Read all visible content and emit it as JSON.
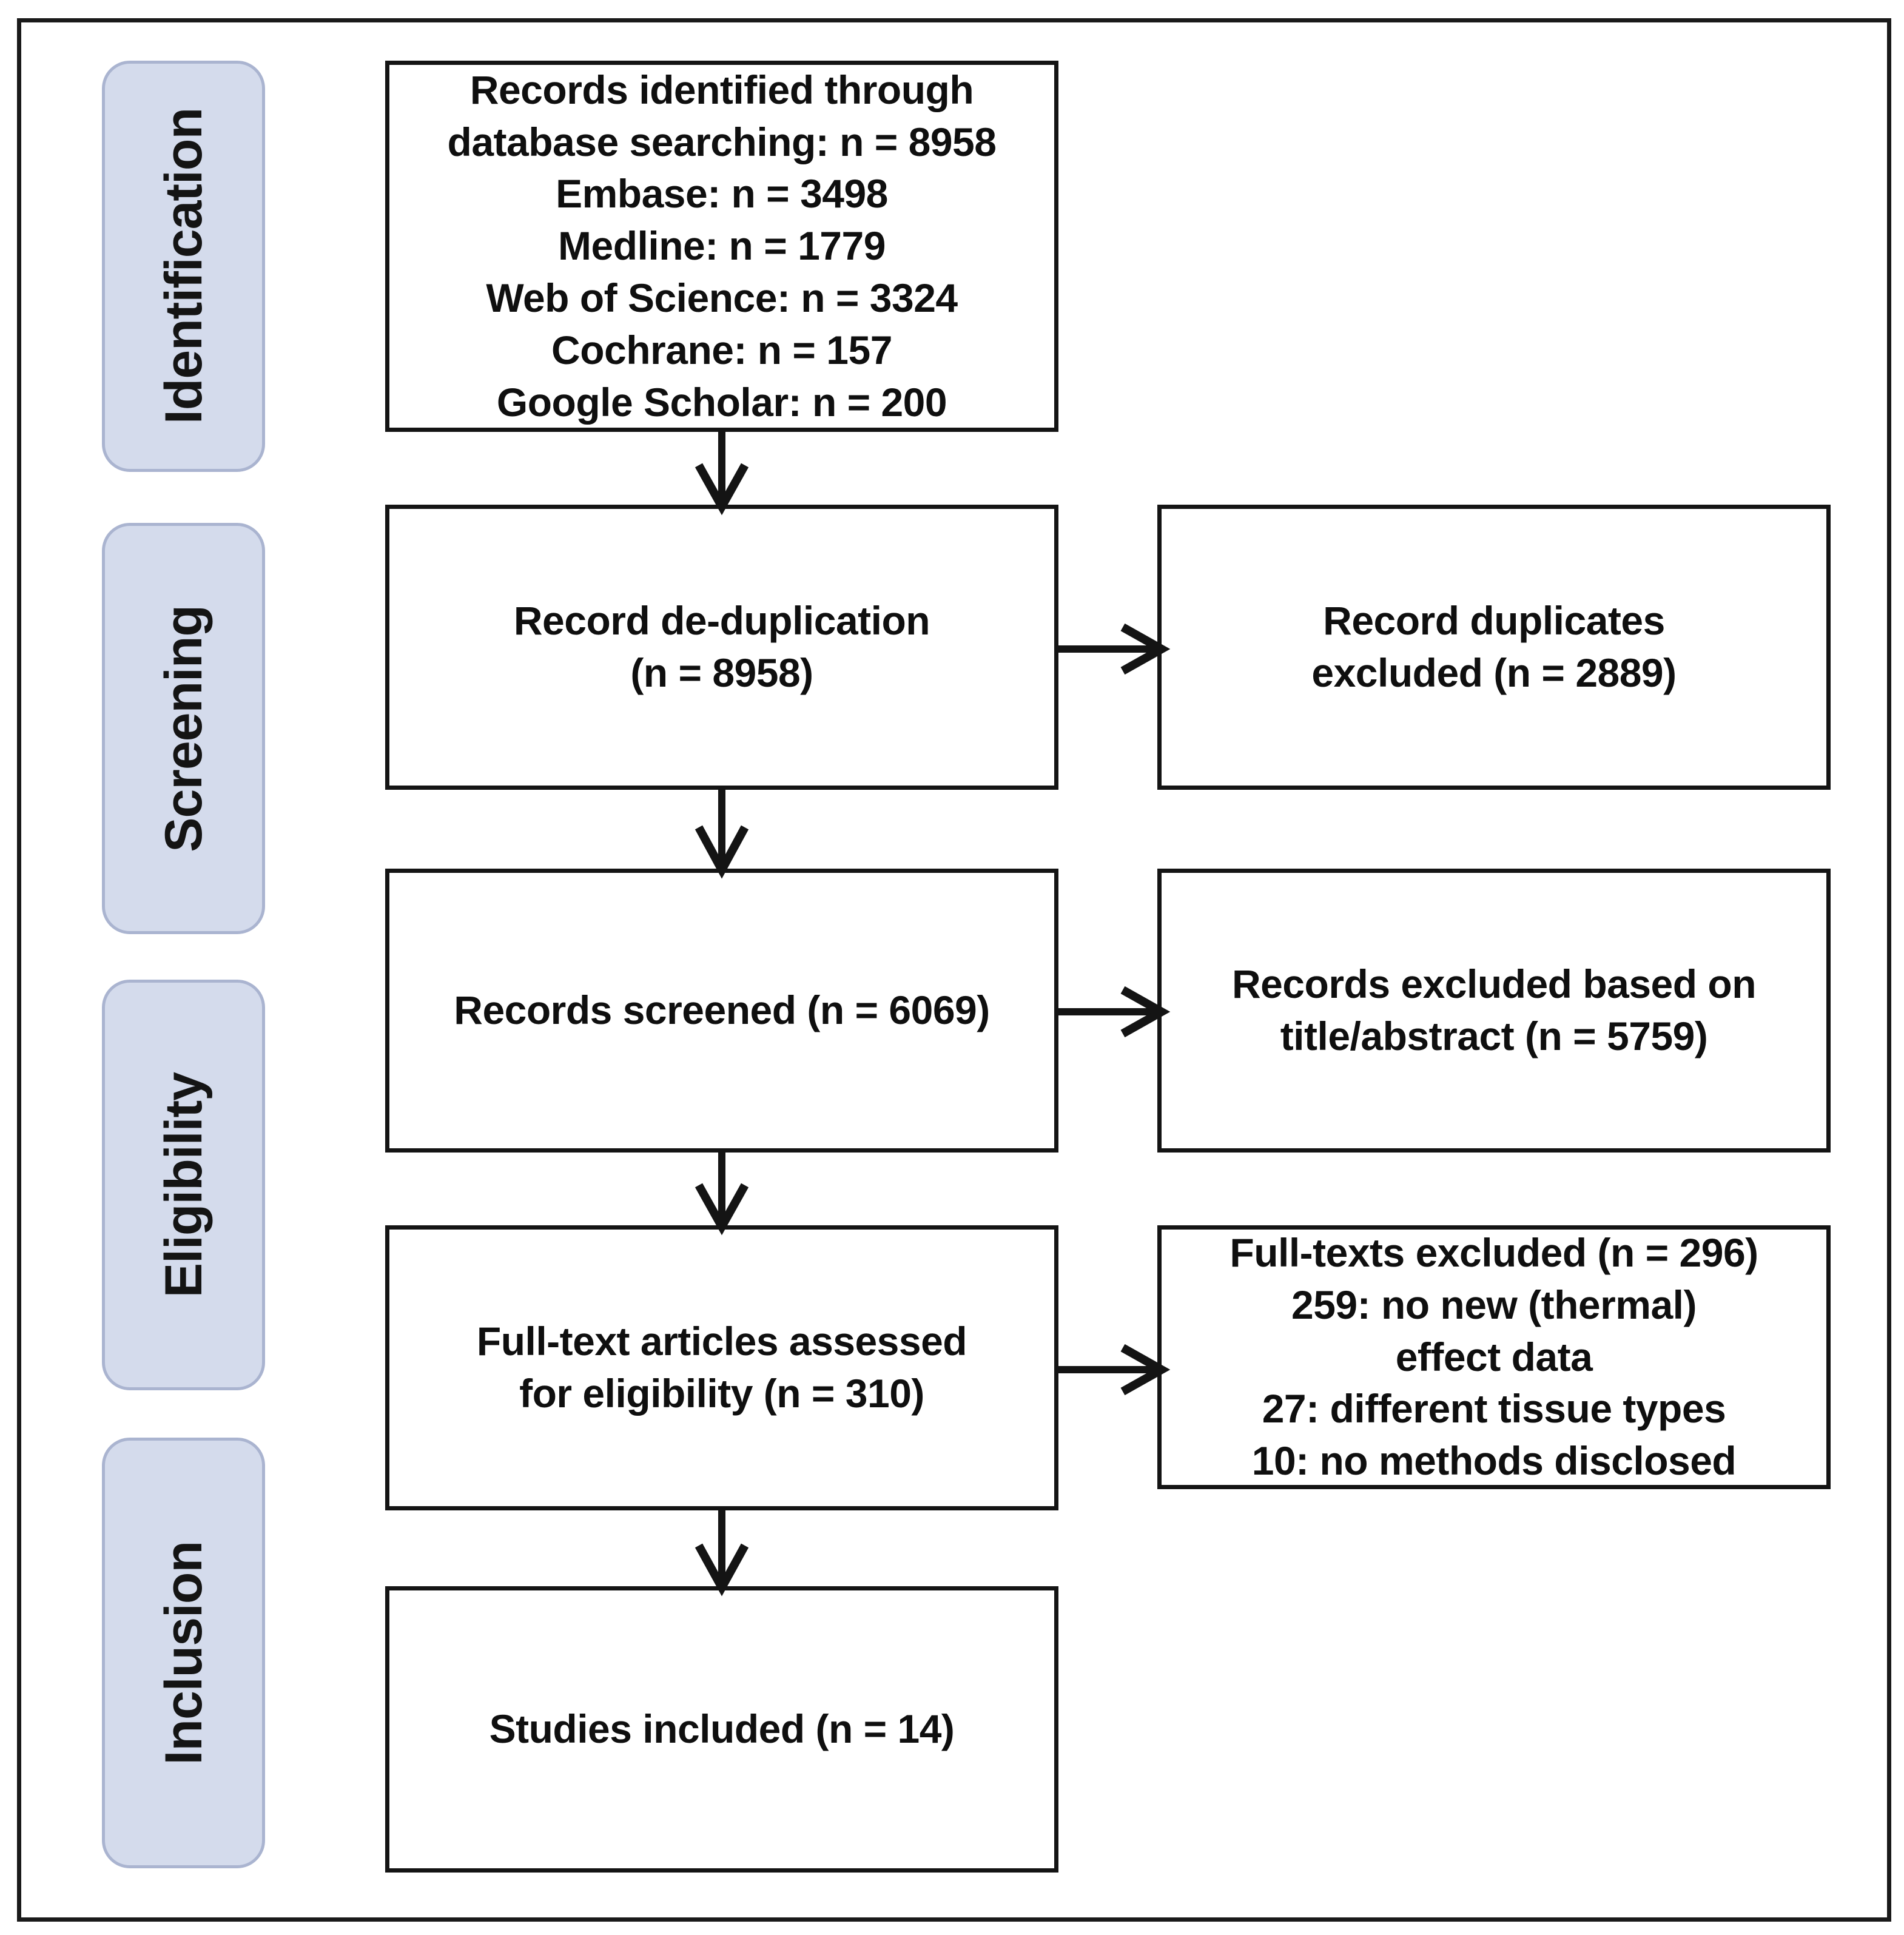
{
  "diagram": {
    "type": "prisma-flow-diagram",
    "stages": [
      {
        "id": "identification",
        "label": "Identification"
      },
      {
        "id": "screening",
        "label": "Screening"
      },
      {
        "id": "eligibility",
        "label": "Eligibility"
      },
      {
        "id": "inclusion",
        "label": "Inclusion"
      }
    ],
    "flow": [
      {
        "id": "records-identified",
        "column": "main",
        "text": "Records identified through\ndatabase searching: n = 8958\nEmbase: n = 3498\nMedline: n = 1779\nWeb of Science: n = 3324\nCochrane: n = 157\nGoogle Scholar: n = 200"
      },
      {
        "id": "record-deduplication",
        "column": "main",
        "text": "Record de-duplication\n(n = 8958)"
      },
      {
        "id": "record-duplicates-excluded",
        "column": "side",
        "text": "Record duplicates\nexcluded (n = 2889)"
      },
      {
        "id": "records-screened",
        "column": "main",
        "text": "Records screened (n = 6069)"
      },
      {
        "id": "records-excluded-title-abstract",
        "column": "side",
        "text": "Records excluded based on\ntitle/abstract (n = 5759)"
      },
      {
        "id": "full-text-assessed",
        "column": "main",
        "text": "Full-text articles assessed\nfor eligibility (n = 310)"
      },
      {
        "id": "full-texts-excluded",
        "column": "side",
        "text": "Full-texts excluded (n = 296)\n259: no new (thermal)\neffect data\n27: different tissue types\n10: no methods disclosed"
      },
      {
        "id": "studies-included",
        "column": "main",
        "text": "Studies included (n = 14)"
      }
    ],
    "counts": {
      "identified_total": 8958,
      "embase": 3498,
      "medline": 1779,
      "web_of_science": 3324,
      "cochrane": 157,
      "google_scholar": 200,
      "deduplication_input": 8958,
      "duplicates_excluded": 2889,
      "screened": 6069,
      "excluded_title_abstract": 5759,
      "full_text_assessed": 310,
      "full_texts_excluded": 296,
      "excluded_no_new_thermal_effect_data": 259,
      "excluded_different_tissue_types": 27,
      "excluded_no_methods_disclosed": 10,
      "studies_included": 14
    },
    "colors": {
      "stage_fill": "#d4dbec",
      "stage_border": "#aab4d0",
      "box_border": "#141414",
      "text": "#0f0f0f",
      "background": "#ffffff"
    }
  }
}
